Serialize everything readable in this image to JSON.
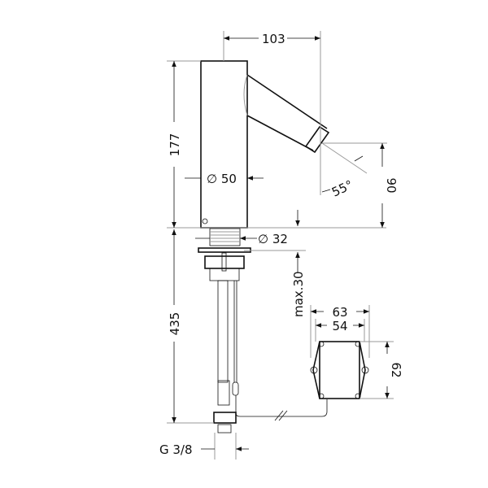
{
  "dimensions": {
    "spout_reach": "103",
    "height": "177",
    "body_diameter": "∅ 50",
    "spout_angle": "55°",
    "outlet_height": "90",
    "shank_diameter": "∅ 32",
    "max_counter_thickness": "max.30",
    "total_length": "435",
    "box_width_outer": "63",
    "box_width_inner": "54",
    "box_height": "62",
    "connection_thread": "G 3/8"
  }
}
